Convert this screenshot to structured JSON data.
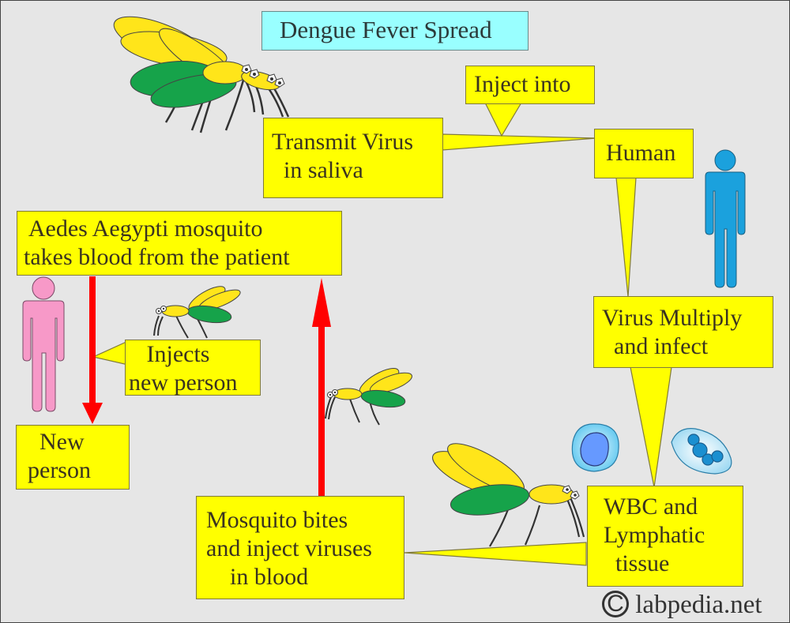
{
  "title": "Dengue Fever Spread",
  "boxes": {
    "transmit": "Transmit Virus\n  in saliva",
    "inject_into": "Inject into",
    "human": "Human",
    "aedes": " Aedes Aegypti mosquito\ntakes blood from the patient",
    "injects_new": "   Injects\nnew person",
    "new_person": "  New\nperson",
    "virus_multiply": "Virus Multiply\n  and infect",
    "mosquito_bites": "Mosquito bites\nand inject viruses\n    in blood",
    "wbc": "WBC and\nLymphatic\n  tissue"
  },
  "copyright": {
    "symbol": "C",
    "text": "labpedia.net"
  },
  "colors": {
    "background": "#e6e6e6",
    "box_fill": "#ffff00",
    "title_fill": "#99ffff",
    "arrow": "#ff0000",
    "human_blue": "#1ba1dd",
    "human_pink": "#f799c8",
    "wing_yellow": "#ffe51a",
    "wing_green": "#16a34a"
  }
}
